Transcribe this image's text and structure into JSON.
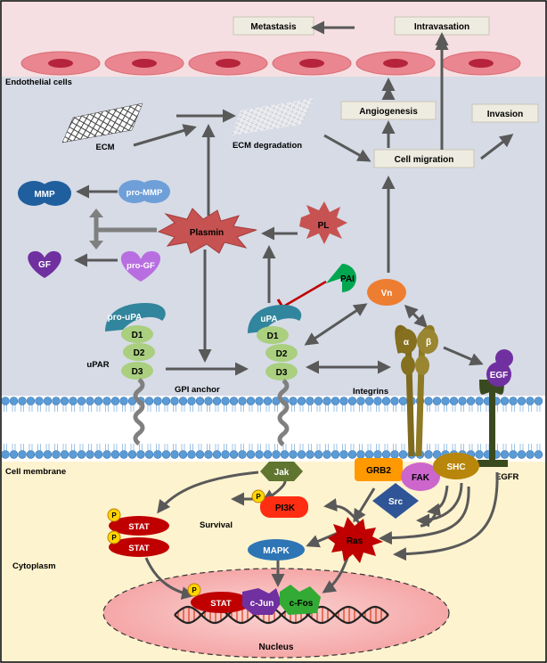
{
  "regions": {
    "endothelial": "Endothelial cells",
    "membrane": "Cell membrane",
    "cytoplasm": "Cytoplasm",
    "nucleus": "Nucleus"
  },
  "outcomes": {
    "metastasis": "Metastasis",
    "intravasation": "Intravasation",
    "angiogenesis": "Angiogenesis",
    "invasion": "Invasion",
    "cell_migration": "Cell migration"
  },
  "matrix": {
    "ecm": "ECM",
    "ecm_degradation": "ECM degradation"
  },
  "proteases": {
    "mmp": "MMP",
    "pro_mmp": "pro-MMP",
    "gf": "GF",
    "pro_gf": "pro-GF",
    "plasmin": "Plasmin",
    "pl": "PL",
    "pai": "PAI",
    "vn": "Vn"
  },
  "receptor": {
    "pro_upa": "pro-uPA",
    "upa": "uPA",
    "upar": "uPAR",
    "d1": "D1",
    "d2": "D2",
    "d3": "D3",
    "gpi_anchor": "GPI anchor"
  },
  "integrins": {
    "label": "Integrins",
    "alpha": "α",
    "beta": "β"
  },
  "egfr": {
    "egf": "EGF",
    "label": "EGFR"
  },
  "signaling": {
    "jak": "Jak",
    "grb2": "GRB2",
    "fak": "FAK",
    "shc": "SHC",
    "src": "Src",
    "pi3k": "PI3K",
    "survival": "Survival",
    "stat": "STAT",
    "p": "P",
    "ras": "Ras",
    "mapk": "MAPK",
    "cjun": "c-Jun",
    "cfos": "c-Fos"
  },
  "colors": {
    "endothelial_bg": "#f6dfe2",
    "interstitial_bg": "#d6dbe6",
    "cytoplasm_bg": "#fef3cf",
    "membrane_head": "#5b9bd5",
    "plasmin": "#c65352",
    "mmp": "#2e75b6",
    "gf": "#7030a0",
    "upa": "#31859c",
    "domain": "#a9cf7f",
    "vn": "#ed7d31",
    "pai": "#00a650",
    "stat": "#c00000",
    "ras": "#c00000",
    "mapk": "#2e75b6",
    "jak": "#5f7530",
    "grb2": "#ff9900",
    "fak": "#cc66cc",
    "shc": "#b8860b",
    "src": "#2f5597",
    "cfos": "#33aa33",
    "cjun": "#7030a0",
    "egfr": "#3a4a1f",
    "integrin": "#7f6a1e",
    "arrow": "#595959"
  }
}
